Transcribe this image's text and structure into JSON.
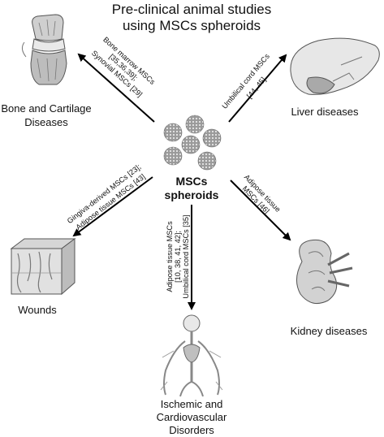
{
  "title": {
    "line1": "Pre-clinical animal studies",
    "line2": "using MSCs spheroids"
  },
  "center": {
    "line1": "MSCs",
    "line2": "spheroids"
  },
  "targets": {
    "bone": {
      "label_line1": "Bone and Cartilage",
      "label_line2": "Diseases",
      "source_line1": "Bone marrow MSCs",
      "source_line2": "[35,36,39];",
      "source_line3": "Synovial MSCs [29]",
      "illustration": "knee-joint-illustration"
    },
    "liver": {
      "label_line1": "Liver diseases",
      "source_line1": "Umbilical cord MSCs",
      "source_line2": "[44, 45]",
      "illustration": "liver-illustration"
    },
    "wounds": {
      "label_line1": "Wounds",
      "source_line1": "Gingiva-derived MSCs [23];",
      "source_line2": "Adipose tissue MSCs [43]",
      "illustration": "skin-tissue-illustration"
    },
    "kidney": {
      "label_line1": "Kidney diseases",
      "source_line1": "Adipose tissue",
      "source_line2": "MSCs [46]",
      "illustration": "kidney-illustration"
    },
    "cardio": {
      "label_line1": "Ischemic and",
      "label_line2": "Cardiovascular",
      "label_line3": "Disorders",
      "source_line1": "Adipose tissue MSCs",
      "source_line2": "[10, 38, 41, 42];",
      "source_line3": "Umbilical cord MSCs [35]",
      "illustration": "circulatory-system-illustration"
    }
  },
  "colors": {
    "arrow": "#000000",
    "spheroid": "#8a8a8a",
    "illustration_gray": "#b5b5b5"
  }
}
